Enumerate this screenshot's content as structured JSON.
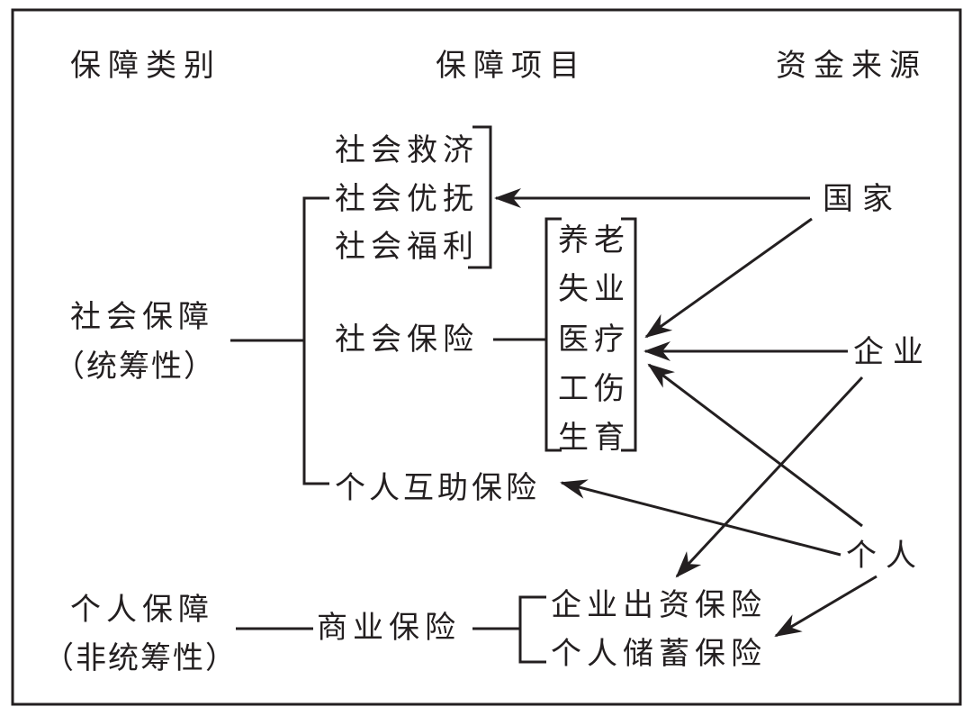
{
  "headers": {
    "category": "保障类别",
    "item": "保障项目",
    "source": "资金来源"
  },
  "categories": {
    "social": {
      "name": "社会保障",
      "note": "（统筹性）"
    },
    "personal": {
      "name": "个人保障",
      "note": "（非统筹性）"
    }
  },
  "items": {
    "group1": [
      "社会救济",
      "社会优抚",
      "社会福利"
    ],
    "social_insurance": "社会保险",
    "social_insurance_types": [
      [
        "养",
        "老"
      ],
      [
        "失",
        "业"
      ],
      [
        "医",
        "疗"
      ],
      [
        "工",
        "伤"
      ],
      [
        "生",
        "育"
      ]
    ],
    "mutual_aid": "个人互助保险",
    "commercial": "商业保险",
    "commercial_types": [
      "企业出资保险",
      "个人储蓄保险"
    ]
  },
  "sources": {
    "state": "国家",
    "enterprise": "企业",
    "individual": "个人"
  },
  "flows": [
    {
      "from": "国家",
      "to": "社会救济/社会优抚/社会福利"
    },
    {
      "from": "国家",
      "to": "社会保险(养老、失业、医疗、工伤、生育)"
    },
    {
      "from": "企业",
      "to": "社会保险(养老、失业、医疗、工伤、生育)"
    },
    {
      "from": "企业",
      "to": "企业出资保险"
    },
    {
      "from": "个人",
      "to": "社会保险(养老、失业、医疗、工伤、生育)"
    },
    {
      "from": "个人",
      "to": "个人互助保险"
    },
    {
      "from": "个人",
      "to": "个人储蓄保险"
    }
  ],
  "colors": {
    "ink": "#231f20",
    "background": "#ffffff"
  }
}
